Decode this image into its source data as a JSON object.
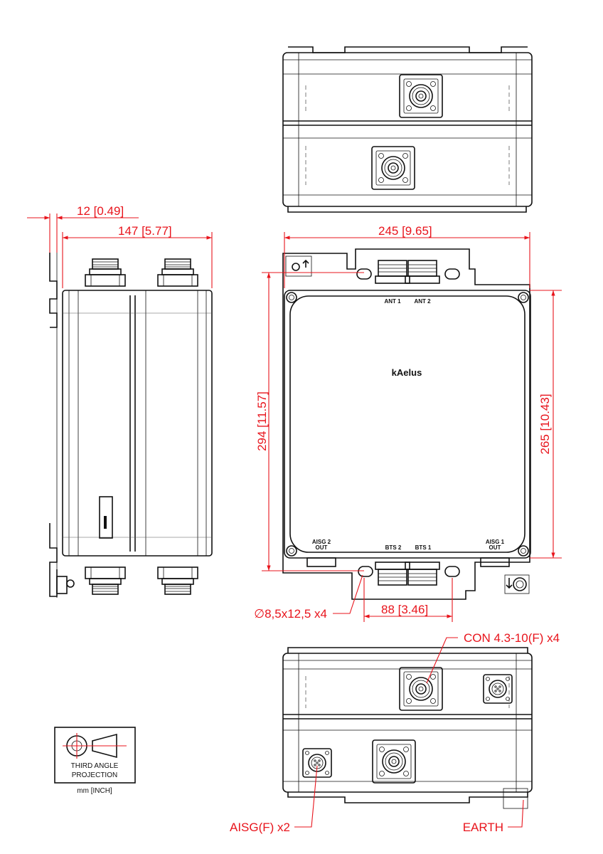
{
  "dimensions": {
    "side_flange_thickness": "12 [0.49]",
    "side_depth": "147 [5.77]",
    "front_width": "245 [9.65]",
    "front_height_total": "294 [11.57]",
    "front_height_body": "265 [10.43]",
    "mount_hole_spacing": "88 [3.46]"
  },
  "callouts": {
    "mount_holes": "∅8,5x12,5 x4",
    "connector": "CON 4.3-10(F) x4",
    "aisg": "AISG(F) x2",
    "earth": "EARTH"
  },
  "front_labels": {
    "ant1": "ANT 1",
    "ant2": "ANT 2",
    "aisg2_line1": "AISG 2",
    "aisg2_line2": "OUT",
    "aisg1_line1": "AISG 1",
    "aisg1_line2": "OUT",
    "bts2": "BTS 2",
    "bts1": "BTS 1",
    "logo": "kAelus"
  },
  "projection": {
    "line1": "THIRD ANGLE",
    "line2": "PROJECTION",
    "units": "mm [INCH]"
  },
  "colors": {
    "dimension": "#e8141c",
    "outline": "#111111"
  }
}
